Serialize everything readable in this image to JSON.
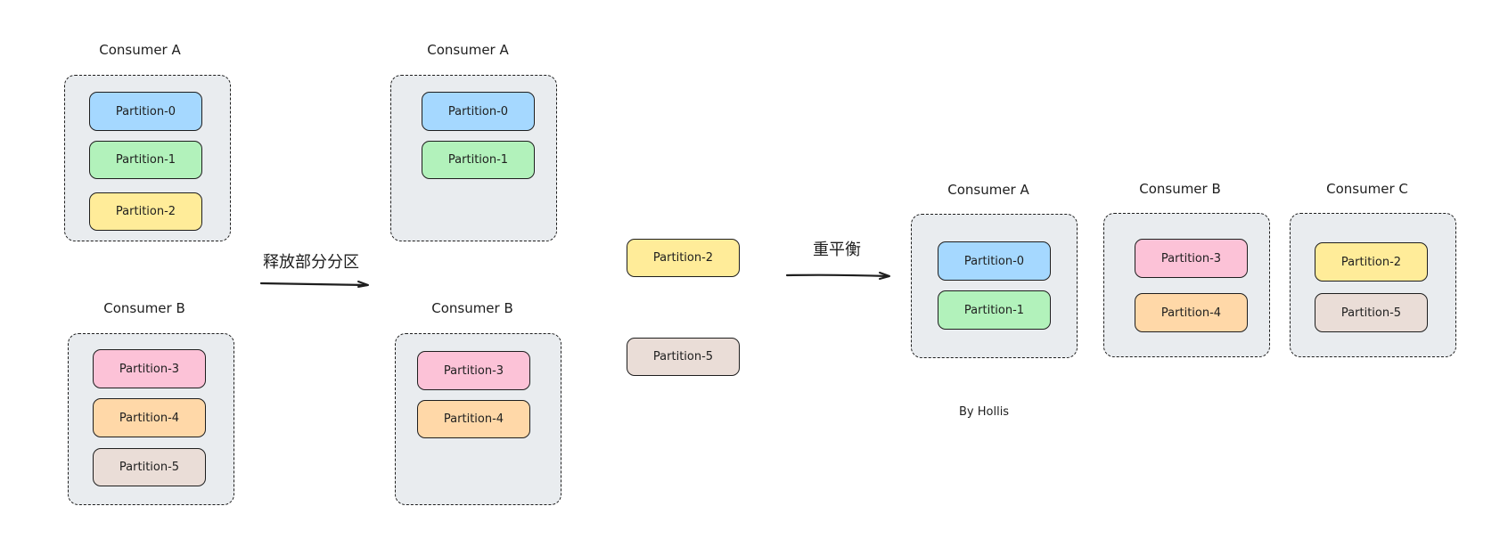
{
  "colors": {
    "blue": "#a5d8ff",
    "green": "#b2f2bb",
    "yellow": "#ffec99",
    "pink": "#fcc2d7",
    "orange": "#ffd8a8",
    "taupe": "#eaddd7",
    "group_fill": "#e9ecef",
    "stroke": "#1e1e1e"
  },
  "stage1": {
    "consumer_a": {
      "title": "Consumer A",
      "partitions": [
        "Partition-0",
        "Partition-1",
        "Partition-2"
      ]
    },
    "consumer_b": {
      "title": "Consumer B",
      "partitions": [
        "Partition-3",
        "Partition-4",
        "Partition-5"
      ]
    }
  },
  "arrow1_label": "释放部分分区",
  "stage2": {
    "consumer_a": {
      "title": "Consumer A",
      "partitions": [
        "Partition-0",
        "Partition-1"
      ]
    },
    "consumer_b": {
      "title": "Consumer B",
      "partitions": [
        "Partition-3",
        "Partition-4"
      ]
    },
    "released": [
      "Partition-2",
      "Partition-5"
    ]
  },
  "arrow2_label": "重平衡",
  "stage3": {
    "consumer_a": {
      "title": "Consumer A",
      "partitions": [
        "Partition-0",
        "Partition-1"
      ]
    },
    "consumer_b": {
      "title": "Consumer B",
      "partitions": [
        "Partition-3",
        "Partition-4"
      ]
    },
    "consumer_c": {
      "title": "Consumer C",
      "partitions": [
        "Partition-2",
        "Partition-5"
      ]
    }
  },
  "credit": "By Hollis"
}
